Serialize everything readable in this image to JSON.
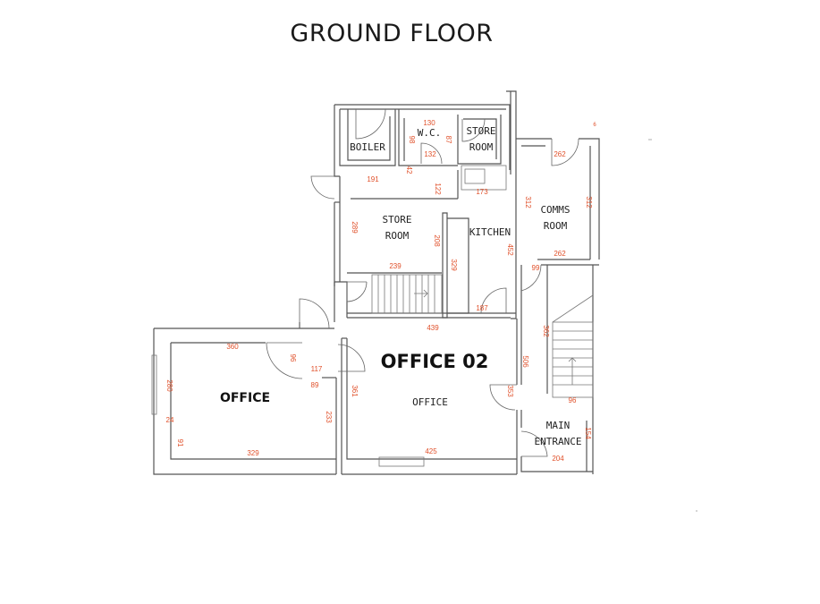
{
  "title": "GROUND FLOOR",
  "rooms": {
    "boiler": "BOILER",
    "wc": "W.C.",
    "store_room_top_1": "STORE",
    "store_room_top_2": "ROOM",
    "store_room_mid_1": "STORE",
    "store_room_mid_2": "ROOM",
    "kitchen": "KITCHEN",
    "comms_1": "COMMS",
    "comms_2": "ROOM",
    "office_left": "OFFICE",
    "office_02": "OFFICE 02",
    "office_main": "OFFICE",
    "main_entrance_1": "MAIN",
    "main_entrance_2": "ENTRANCE"
  },
  "dimensions": {
    "d130": "130",
    "d98": "98",
    "d87": "87",
    "d132": "132",
    "d42": "42",
    "d191": "191",
    "d122": "122",
    "d173": "173",
    "d262a": "262",
    "d312a": "312",
    "d312b": "312",
    "d289": "289",
    "d208": "208",
    "d452": "452",
    "d239": "239",
    "d329a": "329",
    "d99": "99",
    "d262b": "262",
    "d187": "187",
    "d439": "439",
    "d362": "362",
    "d360": "360",
    "d96a": "96",
    "d117": "117",
    "d89": "89",
    "d506": "506",
    "d280": "280",
    "d361": "361",
    "d353": "353",
    "d96b": "96",
    "d24": "24",
    "d233": "233",
    "d91": "91",
    "d329b": "329",
    "d425": "425",
    "d154": "154",
    "d204": "204",
    "d6": "6"
  }
}
